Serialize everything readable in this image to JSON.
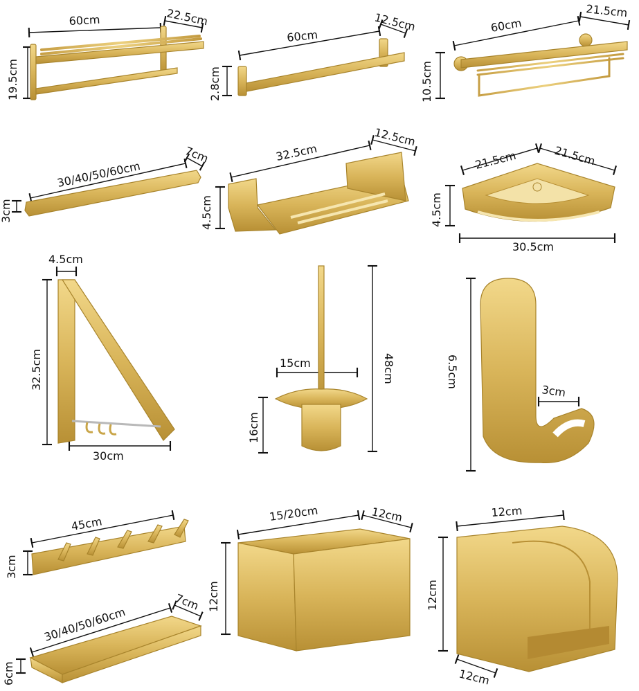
{
  "products": [
    {
      "name": "double-towel-rack",
      "dims": [
        "60cm",
        "22.5cm",
        "19.5cm"
      ]
    },
    {
      "name": "towel-bar",
      "dims": [
        "60cm",
        "12.5cm",
        "2.8cm"
      ]
    },
    {
      "name": "towel-shelf-rack",
      "dims": [
        "60cm",
        "21.5cm",
        "10.5cm"
      ]
    },
    {
      "name": "slim-shelf",
      "dims": [
        "30/40/50/60cm",
        "7cm",
        "3cm"
      ]
    },
    {
      "name": "shower-basket",
      "dims": [
        "32.5cm",
        "12.5cm",
        "4.5cm"
      ]
    },
    {
      "name": "corner-basket",
      "dims": [
        "21.5cm",
        "21.5cm",
        "4.5cm",
        "30.5cm"
      ]
    },
    {
      "name": "folding-hanger",
      "dims": [
        "4.5cm",
        "32.5cm",
        "30cm"
      ]
    },
    {
      "name": "toilet-brush",
      "dims": [
        "15cm",
        "48cm",
        "16cm"
      ]
    },
    {
      "name": "robe-hook",
      "dims": [
        "6.5cm",
        "3cm"
      ]
    },
    {
      "name": "hook-rail",
      "dims": [
        "45cm",
        "3cm"
      ]
    },
    {
      "name": "tissue-box",
      "dims": [
        "15/20cm",
        "12cm",
        "12cm"
      ]
    },
    {
      "name": "paper-holder",
      "dims": [
        "12cm",
        "12cm",
        "12cm"
      ]
    },
    {
      "name": "wall-shelf",
      "dims": [
        "30/40/50/60cm",
        "7cm",
        "6cm"
      ]
    }
  ],
  "colors": {
    "gold": "#d9b55a",
    "gold_dark": "#a8842c",
    "line": "#111111"
  }
}
